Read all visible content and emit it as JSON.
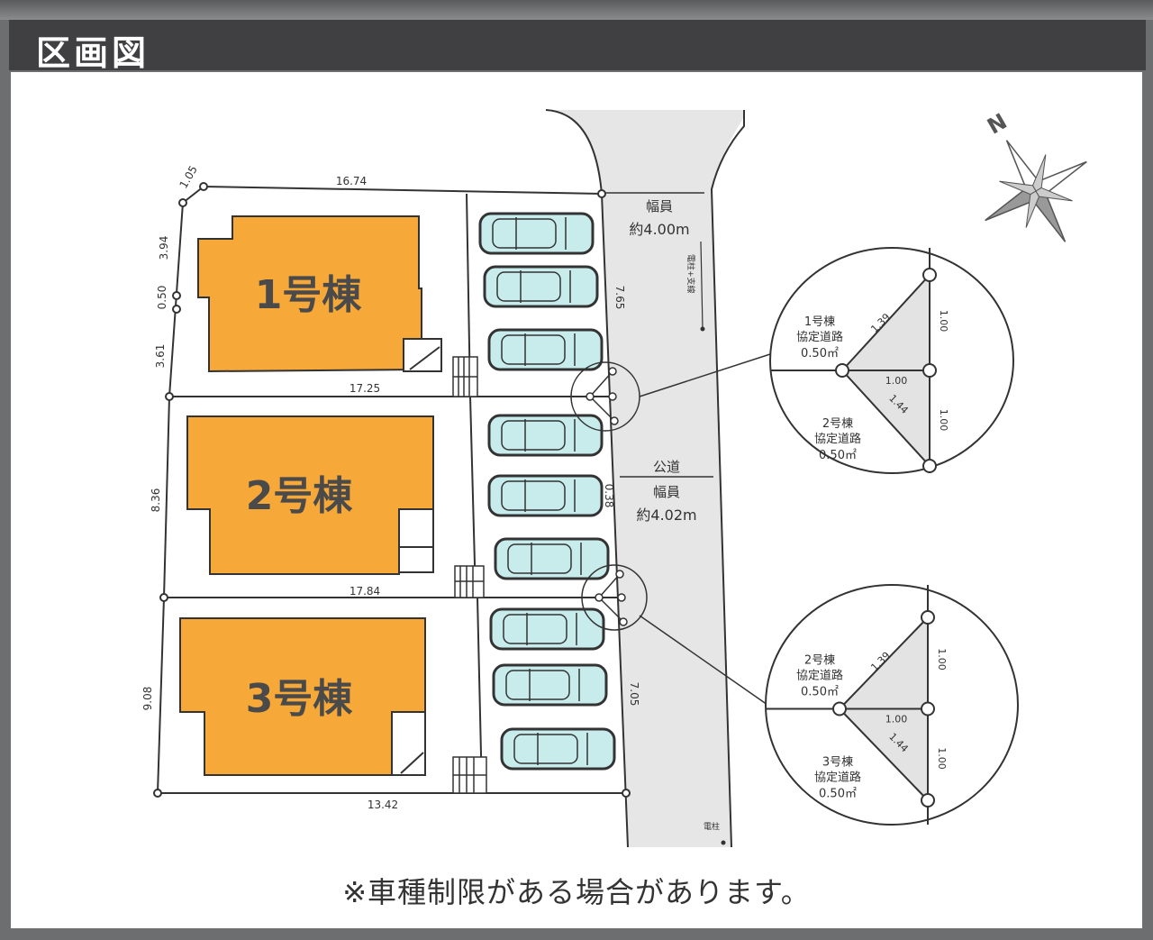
{
  "header": {
    "title": "区画図"
  },
  "lots": [
    {
      "label": "1号棟"
    },
    {
      "label": "2号棟"
    },
    {
      "label": "3号棟"
    }
  ],
  "dimensions": {
    "top": "16.74",
    "corner": "1.05",
    "left1a": "3.94",
    "left1b": "0.50",
    "left1c": "3.61",
    "sep1": "17.25",
    "left2": "8.36",
    "sep2": "17.84",
    "left3": "9.08",
    "bottom": "13.42",
    "right1": "7.65",
    "right2": "0.38",
    "right3": "7.05"
  },
  "road": {
    "private_width_label": "幅員",
    "private_width": "約4.00m",
    "vertical_note": "電柱+支線",
    "public_label": "公道",
    "public_width_label": "幅員",
    "public_width": "約4.02m",
    "pole": "電柱"
  },
  "details": [
    {
      "upper_lot": "1号棟",
      "upper_type": "協定道路",
      "upper_area": "0.50㎡",
      "lower_lot": "2号棟",
      "lower_type": "協定道路",
      "lower_area": "0.50㎡",
      "d_hyp1": "1.39",
      "d_v1": "1.00",
      "d_mid": "1.00",
      "d_hyp2": "1.44",
      "d_v2": "1.00"
    },
    {
      "upper_lot": "2号棟",
      "upper_type": "協定道路",
      "upper_area": "0.50㎡",
      "lower_lot": "3号棟",
      "lower_type": "協定道路",
      "lower_area": "0.50㎡",
      "d_hyp1": "1.39",
      "d_v1": "1.00",
      "d_mid": "1.00",
      "d_hyp2": "1.44",
      "d_v2": "1.00"
    }
  ],
  "compass": {
    "label": "N"
  },
  "footer": {
    "note": "※車種制限がある場合があります。"
  },
  "colors": {
    "building": "#f6a838",
    "car": "#c8ecec",
    "road": "#e6e6e6",
    "header": "#403f42"
  },
  "parking_spaces": 9
}
